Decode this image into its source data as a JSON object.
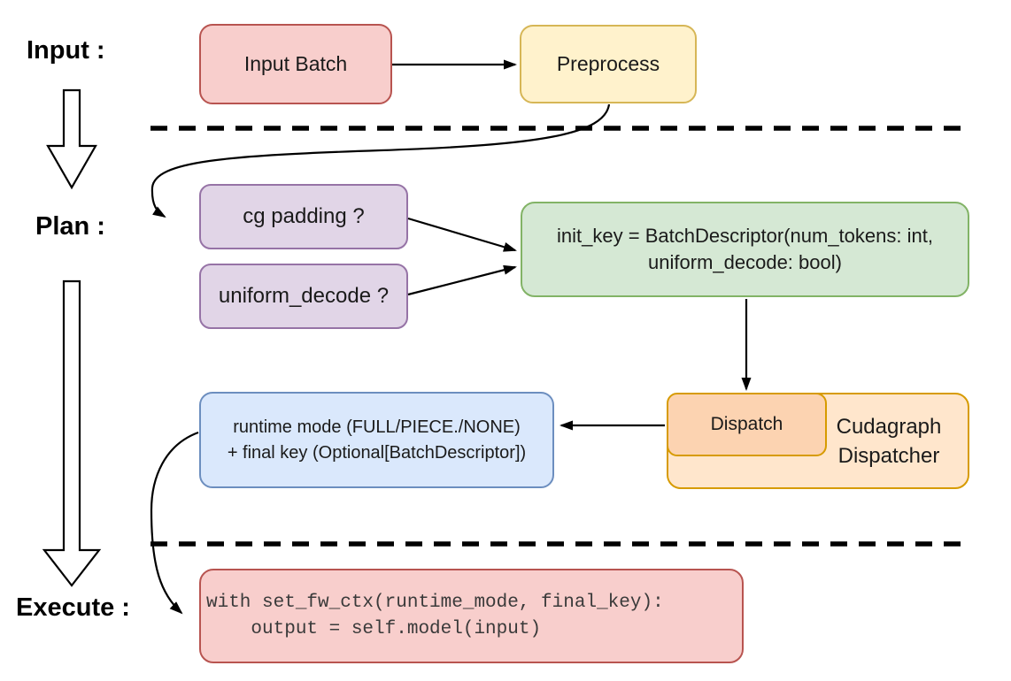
{
  "stage_labels": {
    "input": "Input :",
    "plan": "Plan :",
    "execute": "Execute :"
  },
  "nodes": {
    "input_batch": {
      "label": "Input Batch",
      "fill": "#f8cecc",
      "stroke": "#b85450"
    },
    "preprocess": {
      "label": "Preprocess",
      "fill": "#fff2cc",
      "stroke": "#d6b656"
    },
    "cg_padding": {
      "label": "cg padding ?",
      "fill": "#e1d5e7",
      "stroke": "#9673a6"
    },
    "uniform_decode": {
      "label": "uniform_decode ?",
      "fill": "#e1d5e7",
      "stroke": "#9673a6"
    },
    "init_key": {
      "lines": [
        "init_key = BatchDescriptor(num_tokens: int,",
        "uniform_decode: bool)"
      ],
      "fill": "#d5e8d4",
      "stroke": "#82b366"
    },
    "dispatch": {
      "label": "Dispatch",
      "fill": "#fcd3b1",
      "stroke": "#d79b00"
    },
    "cudagraph_dispatcher": {
      "lines": [
        "Cudagraph",
        "Dispatcher"
      ],
      "fill": "#ffe6cc",
      "stroke": "#d79b00"
    },
    "runtime_result": {
      "lines": [
        "runtime mode (FULL/PIECE./NONE)",
        "+ final key (Optional[BatchDescriptor])"
      ],
      "fill": "#dae8fc",
      "stroke": "#6c8ebf"
    },
    "execute_code": {
      "lines": [
        "with set_fw_ctx(runtime_mode, final_key):",
        "    output = self.model(input)"
      ],
      "fill": "#f8cecc",
      "stroke": "#b85450"
    }
  },
  "colors": {
    "connector": "#000000",
    "separator": "#000000",
    "background": "#ffffff",
    "code_text": "#3a3a3a"
  }
}
